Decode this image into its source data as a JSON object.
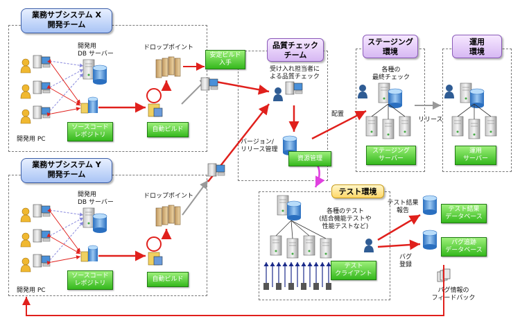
{
  "teams": {
    "x": {
      "title": "業務サブシステム X\n開発チーム"
    },
    "y": {
      "title": "業務サブシステム Y\n開発チーム"
    }
  },
  "qa": {
    "title": "品質チェック\nチーム",
    "note": "受け入れ担当者に\nよる品質チェック"
  },
  "staging": {
    "title": "ステージング\n環境",
    "note": "各種の\n最終チェック",
    "server_label": "ステージング\nサーバー"
  },
  "production": {
    "title": "運用\n環境",
    "server_label": "運用\nサーバー"
  },
  "test_env": {
    "title": "テスト環境",
    "note": "各種のテスト\n(結合機能テストや\n性能テストなど)",
    "client_label": "テスト\nクライアント"
  },
  "labels": {
    "dev_db_server": "開発用\nDB サーバー",
    "drop_point": "ドロップポイント",
    "source_repo": "ソースコード\nレポジトリ",
    "auto_build": "自動ビルド",
    "dev_pc": "開発用 PC",
    "stable_build": "安定ビルド\n入手",
    "version_release": "バージョン/\nリリース管理",
    "resource_mgmt": "資源管理",
    "deploy": "配置",
    "release": "リリース",
    "test_report": "テスト結果\n報告",
    "bug_register": "バグ\n登録",
    "test_result_db": "テスト結果\nデータベース",
    "bug_db": "バグ追跡\nデータベース",
    "bug_feedback": "バグ情報の\nフィードバック"
  },
  "colors": {
    "flow_red": "#e0201c",
    "qa_purple": "#e040e0",
    "dash_gray": "#777777",
    "link_blue": "#8888dd"
  }
}
